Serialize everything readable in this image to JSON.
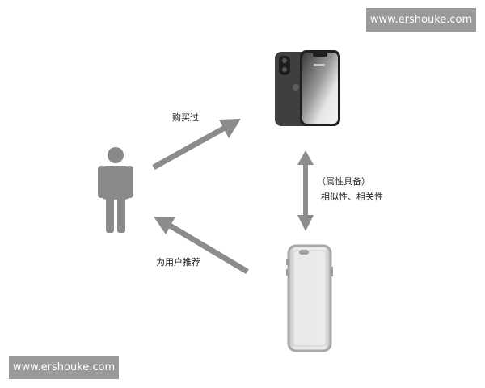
{
  "watermark_top": "www.ershouke.com",
  "watermark_bottom": "www.ershouke.com",
  "labels": {
    "bought": "购买过",
    "recommend": "为用户推荐",
    "attribute_line1": "（属性具备）",
    "attribute_line2": "相似性、相关性"
  },
  "colors": {
    "arrow": "#8c8c8c",
    "person": "#8a8a8a",
    "watermark_bg": "#9a9a9a"
  },
  "icons": [
    "person-icon",
    "smartphone-image",
    "phone-case-image"
  ]
}
